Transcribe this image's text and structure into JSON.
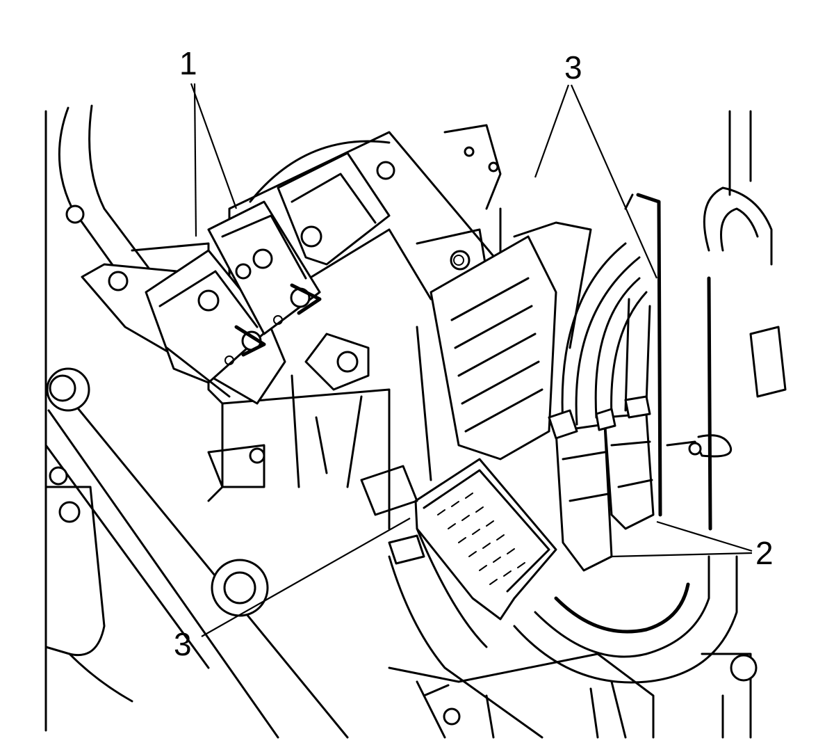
{
  "callouts": {
    "c1": "1",
    "c2": "2",
    "c3_top": "3",
    "c3_bottom": "3"
  },
  "colors": {
    "line": "#000000",
    "background": "#ffffff"
  }
}
